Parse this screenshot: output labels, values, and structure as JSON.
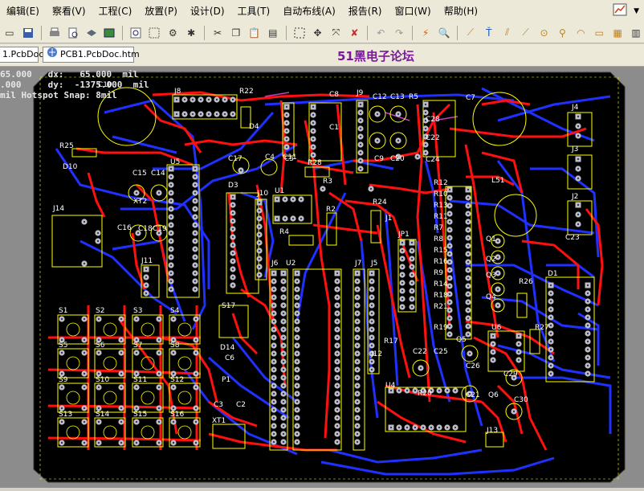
{
  "menu": [
    "编辑(E)",
    "察看(V)",
    "工程(C)",
    "放置(P)",
    "设计(D)",
    "工具(T)",
    "自动布线(A)",
    "报告(R)",
    "窗口(W)",
    "帮助(H)"
  ],
  "tabs": [
    "1.PcbDoc",
    "PCB1.PcbDoc.htm"
  ],
  "forum_title": "51黑电子论坛",
  "hud": {
    "line1_left": "65.000",
    "line1_label": "dx:",
    "line1_value": "65.000",
    "line1_unit": "mil",
    "line2_left": ".000",
    "line2_label": "dy:",
    "line2_value": "-1375.000",
    "line2_unit": "mil",
    "snap": "mil Hotspot Snap: 8mil"
  },
  "designators": {
    "left": [
      "R25",
      "D10",
      "J14",
      "C10",
      "C15",
      "C14",
      "XT2",
      "C16",
      "C18",
      "C19",
      "J11",
      "U5",
      "C11"
    ],
    "top": [
      "J8",
      "R22",
      "D4",
      "C17",
      "D3",
      "J10",
      "C4",
      "C5",
      "U1",
      "C8",
      "C1",
      "R28",
      "R3",
      "R2",
      "R4",
      "J9",
      "C12",
      "C13",
      "R5",
      "C9",
      "C20",
      "C7",
      "C28",
      "C22",
      "C24",
      "R24",
      "J1",
      "JP1"
    ],
    "right": [
      "J4",
      "J3",
      "J2",
      "C23",
      "L51",
      "R12",
      "R10",
      "R13",
      "R11",
      "R7",
      "R8",
      "R15",
      "R16",
      "R9",
      "R14",
      "R18",
      "R21",
      "R19",
      "Q1",
      "Q2",
      "Q3",
      "Q4",
      "R26",
      "D1",
      "R27",
      "U6",
      "Q5",
      "C22",
      "C25",
      "C26",
      "C29",
      "C30",
      "Q6",
      "C21",
      "R20",
      "U4",
      "J12",
      "J13"
    ],
    "switches": [
      "S1",
      "S2",
      "S3",
      "S4",
      "S5",
      "S6",
      "S7",
      "S8",
      "S9",
      "S10",
      "S11",
      "S12",
      "S13",
      "S14",
      "S15",
      "S16"
    ],
    "misc": [
      "S17",
      "D14",
      "C6",
      "P1",
      "C3",
      "C2",
      "XT1",
      "J6",
      "U2",
      "J7",
      "J5",
      "R17"
    ]
  }
}
